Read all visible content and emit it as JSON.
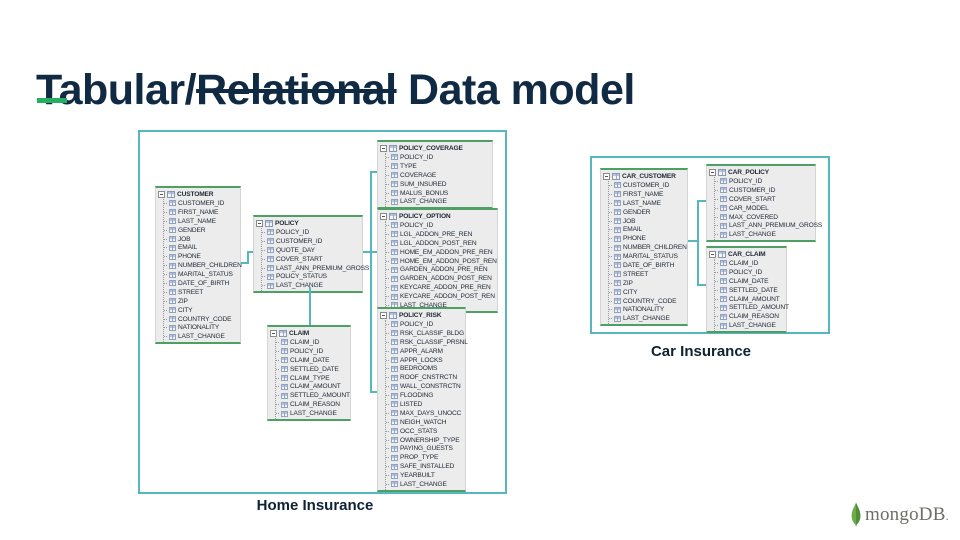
{
  "title": {
    "prefix": "Tabular/",
    "struck": "Relational",
    "suffix": " Data model"
  },
  "colors": {
    "title_navy": "#102a43",
    "accent_green_dash": "#27ae60",
    "diagram_border_teal": "#57b7bf",
    "table_border_green": "#4d9f63",
    "table_background": "#ececec",
    "logo_leaf_green": "#6cac48",
    "logo_text_gray": "#6e6e66"
  },
  "diagrams": {
    "home": {
      "label": "Home Insurance",
      "tables": [
        {
          "name": "CUSTOMER",
          "fields": [
            "CUSTOMER_ID",
            "FIRST_NAME",
            "LAST_NAME",
            "GENDER",
            "JOB",
            "EMAIL",
            "PHONE",
            "NUMBER_CHILDREN",
            "MARITAL_STATUS",
            "DATE_OF_BIRTH",
            "STREET",
            "ZIP",
            "CITY",
            "COUNTRY_CODE",
            "NATIONALITY",
            "LAST_CHANGE"
          ]
        },
        {
          "name": "POLICY",
          "fields": [
            "POLICY_ID",
            "CUSTOMER_ID",
            "QUOTE_DAY",
            "COVER_START",
            "LAST_ANN_PREMIUM_GROSS",
            "POLICY_STATUS",
            "LAST_CHANGE"
          ]
        },
        {
          "name": "CLAIM",
          "fields": [
            "CLAIM_ID",
            "POLICY_ID",
            "CLAIM_DATE",
            "SETTLED_DATE",
            "CLAIM_TYPE",
            "CLAIM_AMOUNT",
            "SETTLED_AMOUNT",
            "CLAIM_REASON",
            "LAST_CHANGE"
          ]
        },
        {
          "name": "POLICY_COVERAGE",
          "fields": [
            "POLICY_ID",
            "TYPE",
            "COVERAGE",
            "SUM_INSURED",
            "MALUS_BONUS",
            "LAST_CHANGE"
          ]
        },
        {
          "name": "POLICY_OPTION",
          "fields": [
            "POLICY_ID",
            "LGL_ADDON_PRE_REN",
            "LGL_ADDON_POST_REN",
            "HOME_EM_ADDON_PRE_REN",
            "HOME_EM_ADDON_POST_REN",
            "GARDEN_ADDON_PRE_REN",
            "GARDEN_ADDON_POST_REN",
            "KEYCARE_ADDON_PRE_REN",
            "KEYCARE_ADDON_POST_REN",
            "LAST_CHANGE"
          ]
        },
        {
          "name": "POLICY_RISK",
          "fields": [
            "POLICY_ID",
            "RSK_CLASSIF_BLDG",
            "RSK_CLASSIF_PRSNL",
            "APPR_ALARM",
            "APPR_LOCKS",
            "BEDROOMS",
            "ROOF_CNSTRCTN",
            "WALL_CONSTRCTN",
            "FLOODING",
            "LISTED",
            "MAX_DAYS_UNOCC",
            "NEIGH_WATCH",
            "OCC_STATS",
            "OWNERSHIP_TYPE",
            "PAYING_GUESTS",
            "PROP_TYPE",
            "SAFE_INSTALLED",
            "YEARBUILT",
            "LAST_CHANGE"
          ]
        }
      ]
    },
    "car": {
      "label": "Car Insurance",
      "tables": [
        {
          "name": "CAR_CUSTOMER",
          "fields": [
            "CUSTOMER_ID",
            "FIRST_NAME",
            "LAST_NAME",
            "GENDER",
            "JOB",
            "EMAIL",
            "PHONE",
            "NUMBER_CHILDREN",
            "MARITAL_STATUS",
            "DATE_OF_BIRTH",
            "STREET",
            "ZIP",
            "CITY",
            "COUNTRY_CODE",
            "NATIONALITY",
            "LAST_CHANGE"
          ]
        },
        {
          "name": "CAR_POLICY",
          "fields": [
            "POLICY_ID",
            "CUSTOMER_ID",
            "COVER_START",
            "CAR_MODEL",
            "MAX_COVERED",
            "LAST_ANN_PREMIUM_GROSS",
            "LAST_CHANGE"
          ]
        },
        {
          "name": "CAR_CLAIM",
          "fields": [
            "CLAIM_ID",
            "POLICY_ID",
            "CLAIM_DATE",
            "SETTLED_DATE",
            "CLAIM_AMOUNT",
            "SETTLED_AMOUNT",
            "CLAIM_REASON",
            "LAST_CHANGE"
          ]
        }
      ]
    }
  },
  "logo": {
    "text": "mongoDB",
    "suffix": "."
  }
}
